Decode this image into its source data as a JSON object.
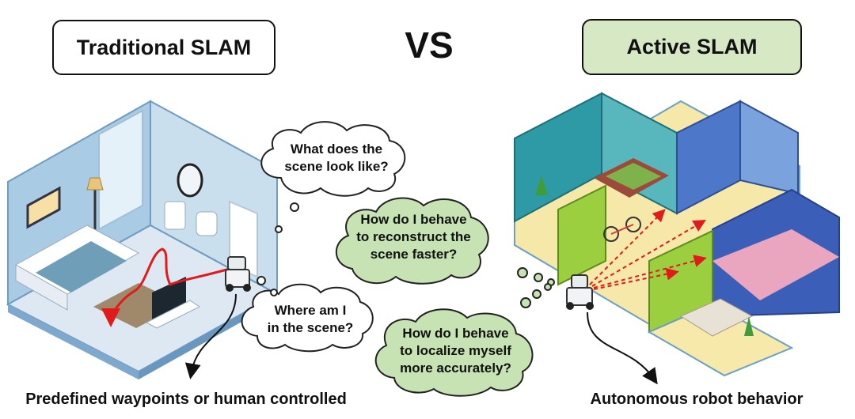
{
  "titles": {
    "traditional": "Traditional SLAM",
    "versus": "VS",
    "active": "Active SLAM"
  },
  "bubbles": {
    "scene_look": [
      "What does the",
      "scene look like?"
    ],
    "where_am_i": [
      "Where am I",
      "in the scene?"
    ],
    "reconstruct": [
      "How do I behave",
      "to reconstruct the",
      "scene faster?"
    ],
    "localize": [
      "How do I behave",
      "to localize myself",
      "more accurately?"
    ]
  },
  "captions": {
    "traditional": "Predefined waypoints or human controlled",
    "active": "Autonomous robot behavior"
  },
  "colors": {
    "active_box_fill": "#d6e8c4",
    "green_bubble_fill": "#c7e3b4",
    "white_bubble_fill": "#ffffff",
    "path_arrow": "#e01b1b"
  },
  "icons": {
    "left_scene": "isometric-bedroom-bathroom-illustration",
    "right_scene": "isometric-multi-room-apartment-illustration",
    "robots": "wheeled-mobile-robot"
  }
}
